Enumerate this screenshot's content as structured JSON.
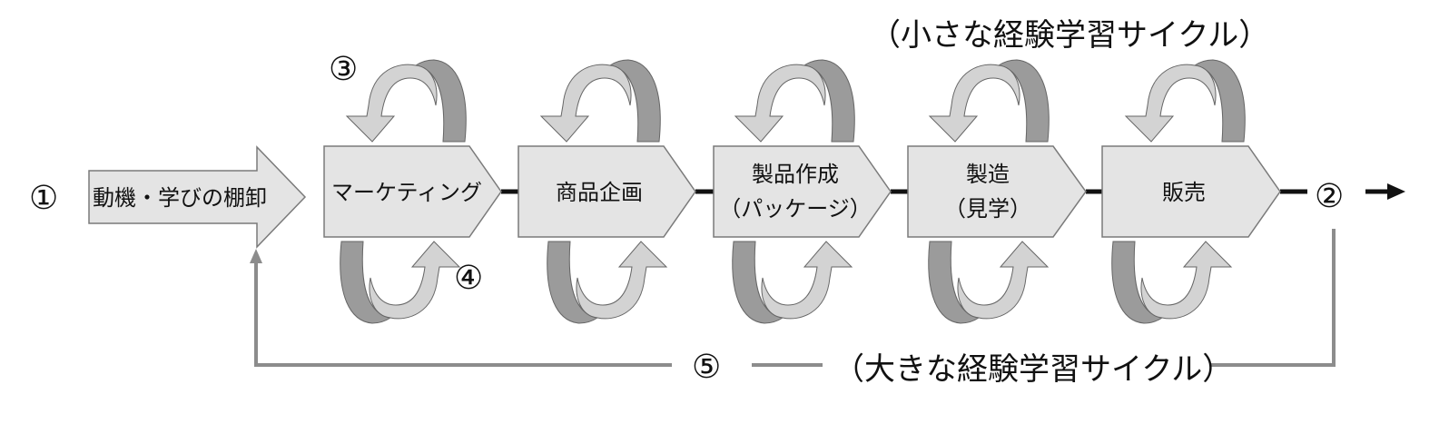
{
  "cycle_labels": {
    "small": "（小さな経験学習サイクル）",
    "large": "（大きな経験学習サイクル）"
  },
  "markers": {
    "one": "①",
    "two": "②",
    "three": "③",
    "four": "④",
    "five": "⑤"
  },
  "input_arrow": {
    "label": "動機・学びの棚卸"
  },
  "steps": [
    {
      "line1": "マーケティング",
      "line2": ""
    },
    {
      "line1": "商品企画",
      "line2": ""
    },
    {
      "line1": "製品作成",
      "line2": "（パッケージ）"
    },
    {
      "line1": "製造",
      "line2": "（見学）"
    },
    {
      "line1": "販売",
      "line2": ""
    }
  ],
  "colors": {
    "box_fill": "#e4e4e4",
    "box_stroke": "#7a7a7a",
    "light_band": "#d3d3d3",
    "dark_band": "#9b9b9b",
    "feedback_line": "#8c8c8c",
    "connector": "#111111"
  }
}
